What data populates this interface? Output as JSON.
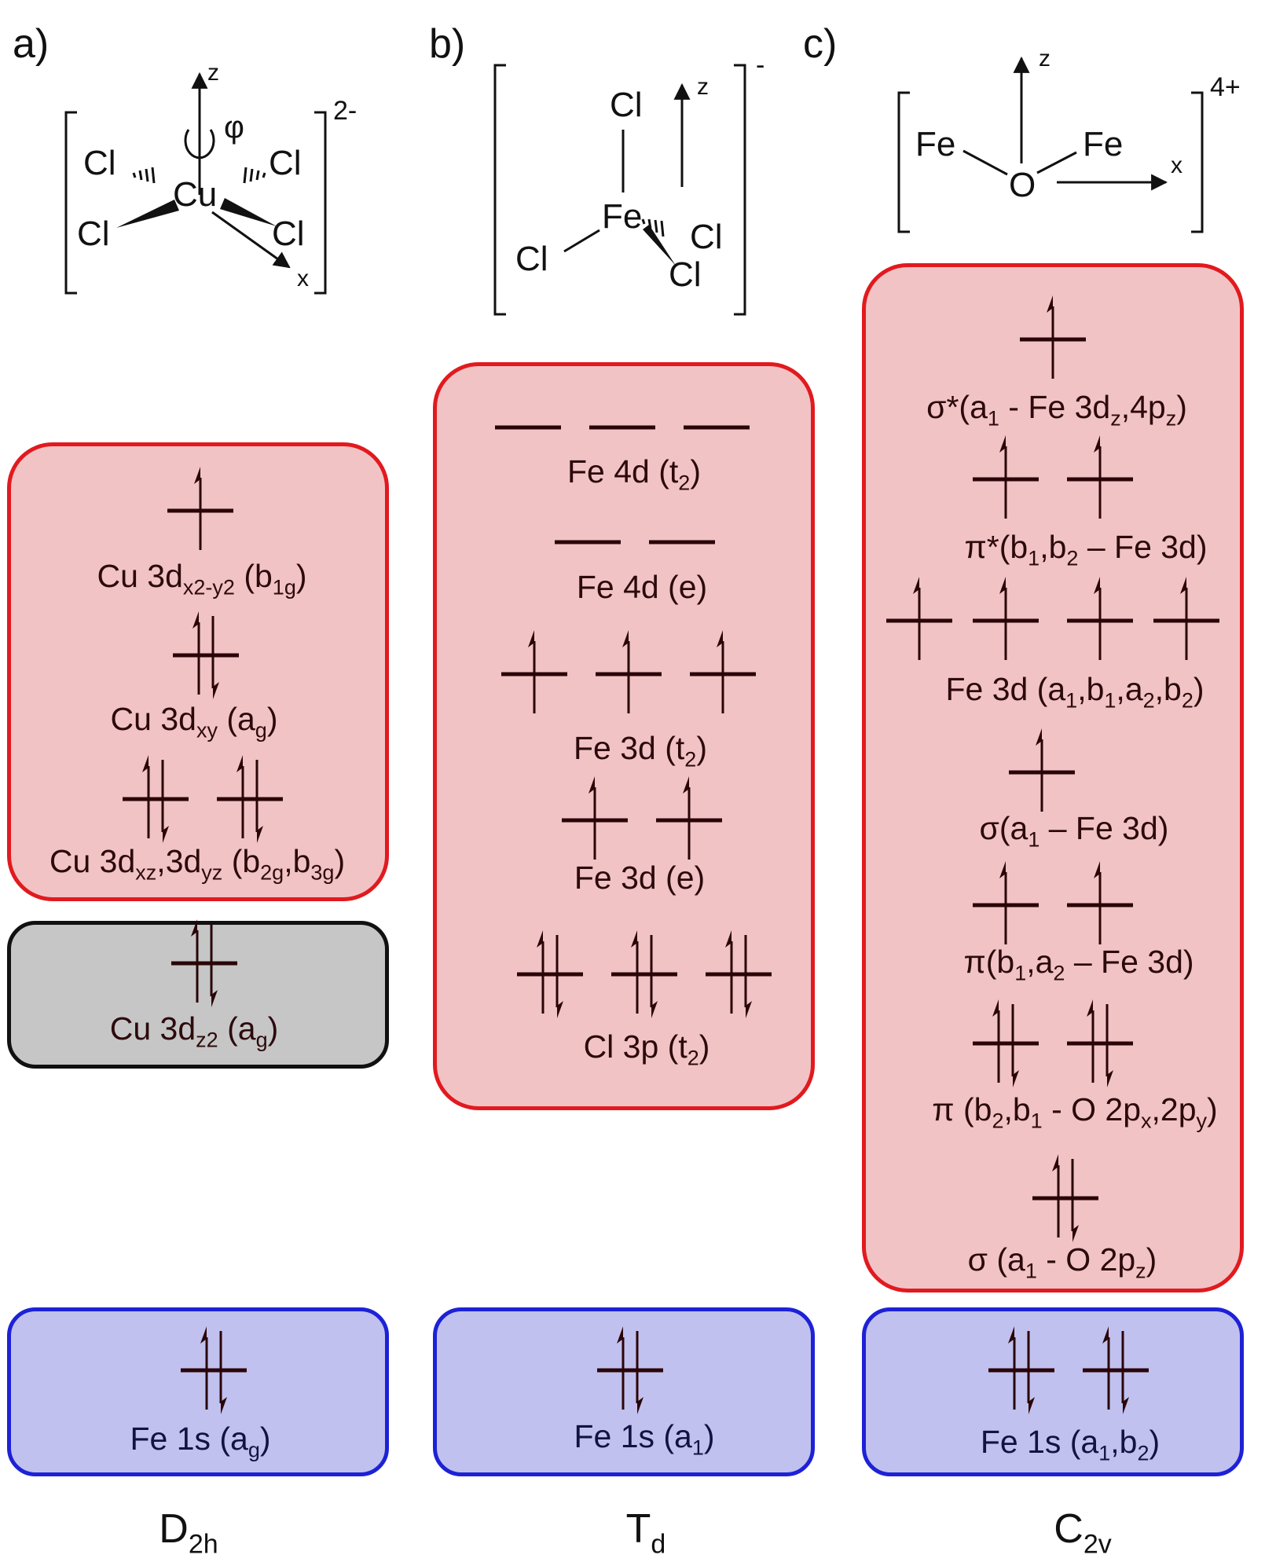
{
  "panels": [
    {
      "letter": "a)",
      "molecule": {
        "charge": "2-",
        "atoms": {
          "center": "Cu",
          "ligand": "Cl"
        },
        "axes": [
          "z",
          "x"
        ],
        "rotation": "φ"
      },
      "red_levels": [
        {
          "label": [
            "Cu 3d",
            {
              "sub": "x2-y2"
            },
            " (b",
            {
              "sub": "1g"
            },
            ")"
          ],
          "occupancy": "up",
          "count": 1
        },
        {
          "label": [
            "Cu 3d",
            {
              "sub": "xy"
            },
            " (a",
            {
              "sub": "g"
            },
            ")"
          ],
          "occupancy": "pair",
          "count": 1
        },
        {
          "label": [
            "Cu 3d",
            {
              "sub": "xz"
            },
            ",3d",
            {
              "sub": "yz"
            },
            " (b",
            {
              "sub": "2g"
            },
            ",b",
            {
              "sub": "3g"
            },
            ")"
          ],
          "occupancy": "pair",
          "count": 2
        }
      ],
      "gray_level": {
        "label": [
          "Cu 3d",
          {
            "sub": "z2"
          },
          " (a",
          {
            "sub": "g"
          },
          ")"
        ],
        "occupancy": "pair",
        "count": 1
      },
      "core_level": {
        "label": [
          "Fe 1s (a",
          {
            "sub": "g"
          },
          ")"
        ],
        "occupancy": "pair",
        "count": 1
      },
      "symmetry": {
        "main": "D",
        "sub": "2h"
      }
    },
    {
      "letter": "b)",
      "molecule": {
        "charge": "-",
        "atoms": {
          "center": "Fe",
          "ligand": "Cl"
        },
        "axes": [
          "z"
        ]
      },
      "red_levels": [
        {
          "label": [
            "Fe 4d (t",
            {
              "sub": "2"
            },
            ")"
          ],
          "occupancy": "empty",
          "count": 3
        },
        {
          "label": [
            "Fe 4d (e)"
          ],
          "occupancy": "empty",
          "count": 2
        },
        {
          "label": [
            "Fe 3d (t",
            {
              "sub": "2"
            },
            ")"
          ],
          "occupancy": "up",
          "count": 3
        },
        {
          "label": [
            "Fe 3d (e)"
          ],
          "occupancy": "up",
          "count": 2
        },
        {
          "label": [
            "Cl 3p (t",
            {
              "sub": "2"
            },
            ")"
          ],
          "occupancy": "pair",
          "count": 3
        }
      ],
      "core_level": {
        "label": [
          "Fe 1s (a",
          {
            "sub": "1"
          },
          ")"
        ],
        "occupancy": "pair",
        "count": 1
      },
      "symmetry": {
        "main": "T",
        "sub": "d"
      }
    },
    {
      "letter": "c)",
      "molecule": {
        "charge": "4+",
        "atoms": {
          "center": "O",
          "ligand": "Fe"
        },
        "axes": [
          "z",
          "x"
        ]
      },
      "red_levels": [
        {
          "label": [
            "σ*(a",
            {
              "sub": "1"
            },
            " - Fe 3d",
            {
              "sub": "z"
            },
            ",4p",
            {
              "sub": "z"
            },
            ")"
          ],
          "occupancy": "up",
          "count": 1
        },
        {
          "label": [
            "π*(b",
            {
              "sub": "1"
            },
            ",b",
            {
              "sub": "2"
            },
            " – Fe 3d)"
          ],
          "occupancy": "up",
          "count": 2
        },
        {
          "label": [
            "Fe 3d (a",
            {
              "sub": "1"
            },
            ",b",
            {
              "sub": "1"
            },
            ",a",
            {
              "sub": "2"
            },
            ",b",
            {
              "sub": "2"
            },
            ")"
          ],
          "occupancy": "up",
          "count": 4
        },
        {
          "label": [
            "σ(a",
            {
              "sub": "1"
            },
            " – Fe 3d)"
          ],
          "occupancy": "up",
          "count": 1
        },
        {
          "label": [
            "π(b",
            {
              "sub": "1"
            },
            ",a",
            {
              "sub": "2"
            },
            " – Fe 3d)"
          ],
          "occupancy": "up",
          "count": 2
        },
        {
          "label": [
            "π (b",
            {
              "sub": "2"
            },
            ",b",
            {
              "sub": "1"
            },
            " - O 2p",
            {
              "sub": "x"
            },
            ",2p",
            {
              "sub": "y"
            },
            ")"
          ],
          "occupancy": "pair",
          "count": 2
        },
        {
          "label": [
            "σ (a",
            {
              "sub": "1"
            },
            " - O 2p",
            {
              "sub": "z"
            },
            ")"
          ],
          "occupancy": "pair",
          "count": 1
        }
      ],
      "core_level": {
        "label": [
          "Fe 1s (a",
          {
            "sub": "1"
          },
          ",b",
          {
            "sub": "2"
          },
          ")"
        ],
        "occupancy": "pair",
        "count": 2
      },
      "symmetry": {
        "main": "C",
        "sub": "2v"
      }
    }
  ],
  "colors": {
    "valence_fill": "#f2c3c5",
    "valence_border": "#e11a1f",
    "core_fill": "#c1c1ef",
    "core_border": "#1d22d6",
    "ligand_fill": "#c6c6c6"
  }
}
